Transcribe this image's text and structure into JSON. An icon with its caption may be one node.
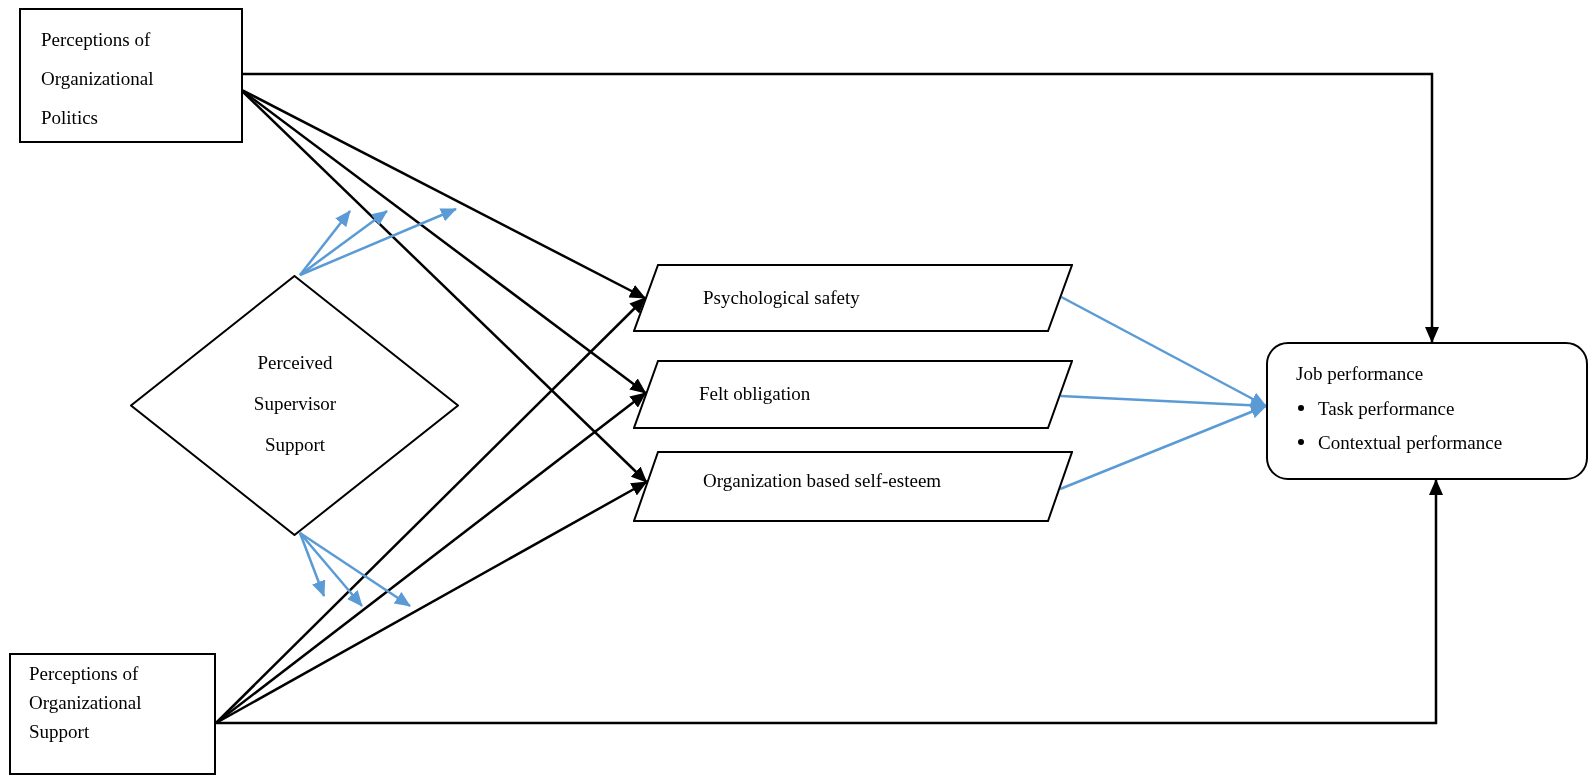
{
  "diagram": {
    "nodes": [
      {
        "text": [
          "Perceptions of Organizational Politics"
        ]
      },
      {
        "text": [
          "Perceived Supervisor Support"
        ]
      },
      {
        "text": [
          "Perceptions of Organizational Support"
        ]
      },
      {
        "text": [
          "Psychological safety"
        ]
      },
      {
        "text": [
          "Felt obligation"
        ]
      },
      {
        "text": [
          "Organization based self-esteem"
        ]
      },
      {
        "text": [
          "Job performance",
          "Task performance",
          "Contextual performance"
        ]
      }
    ],
    "edges": [
      {
        "from": 0,
        "to": 6,
        "arrow": "to",
        "color": "#000000"
      },
      {
        "from": 0,
        "to": 3,
        "arrow": "to",
        "color": "#000000"
      },
      {
        "from": 0,
        "to": 4,
        "arrow": "to",
        "color": "#000000"
      },
      {
        "from": 0,
        "to": 5,
        "arrow": "to",
        "color": "#000000"
      },
      {
        "from": 2,
        "to": 3,
        "arrow": "to",
        "color": "#000000"
      },
      {
        "from": 2,
        "to": 4,
        "arrow": "to",
        "color": "#000000"
      },
      {
        "from": 2,
        "to": 5,
        "arrow": "to",
        "color": "#000000"
      },
      {
        "from": 2,
        "to": 6,
        "arrow": "to",
        "color": "#000000"
      },
      {
        "from": 3,
        "to": 6,
        "arrow": "to",
        "color": "#5b9bd5"
      },
      {
        "from": 4,
        "to": 6,
        "arrow": "to",
        "color": "#5b9bd5"
      },
      {
        "from": 5,
        "to": 6,
        "arrow": "to",
        "color": "#5b9bd5"
      },
      {
        "from": 1,
        "to": null,
        "arrow": "to",
        "color": "#5b9bd5"
      },
      {
        "from": 1,
        "to": null,
        "arrow": "to",
        "color": "#5b9bd5"
      },
      {
        "from": 1,
        "to": null,
        "arrow": "to",
        "color": "#5b9bd5"
      },
      {
        "from": 1,
        "to": null,
        "arrow": "to",
        "color": "#5b9bd5"
      },
      {
        "from": 1,
        "to": null,
        "arrow": "to",
        "color": "#5b9bd5"
      },
      {
        "from": 1,
        "to": null,
        "arrow": "to",
        "color": "#5b9bd5"
      }
    ]
  }
}
